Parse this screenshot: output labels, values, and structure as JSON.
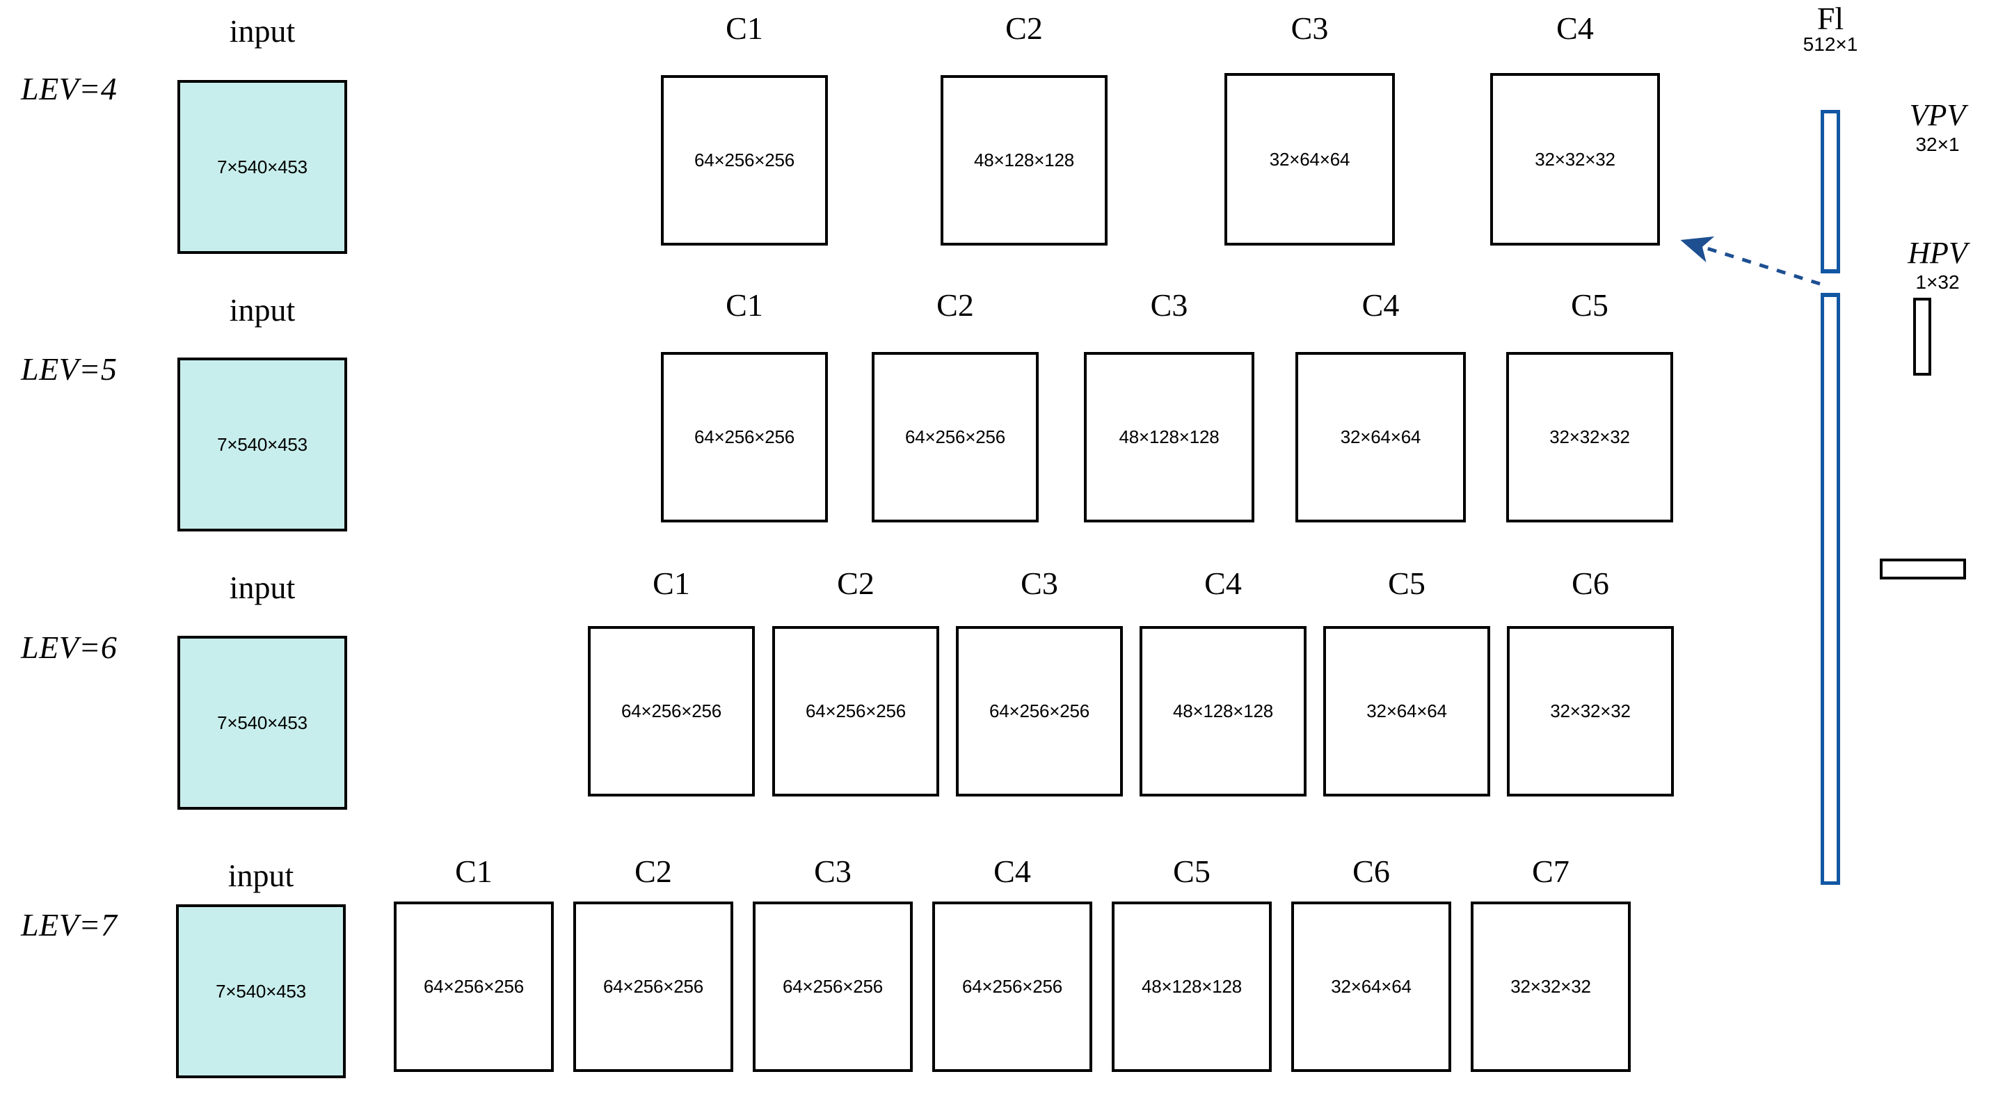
{
  "figure": {
    "type": "diagram",
    "title": "CNN architecture variants by LEV depth",
    "colors": {
      "input_fill": "#c7eeec",
      "block_stroke": "#000000",
      "fi_stroke": "#1257a3",
      "arrow": "#1d4f91"
    }
  },
  "input_caption": "input",
  "rows": [
    {
      "lev_label": "LEV=4",
      "input": {
        "caption": "input",
        "dims": "7×540×453"
      },
      "blocks": [
        {
          "caption": "C1",
          "dims": "64×256×256"
        },
        {
          "caption": "C2",
          "dims": "48×128×128"
        },
        {
          "caption": "C3",
          "dims": "32×64×64"
        },
        {
          "caption": "C4",
          "dims": "32×32×32"
        }
      ]
    },
    {
      "lev_label": "LEV=5",
      "input": {
        "caption": "input",
        "dims": "7×540×453"
      },
      "blocks": [
        {
          "caption": "C1",
          "dims": "64×256×256"
        },
        {
          "caption": "C2",
          "dims": "64×256×256"
        },
        {
          "caption": "C3",
          "dims": "48×128×128"
        },
        {
          "caption": "C4",
          "dims": "32×64×64"
        },
        {
          "caption": "C5",
          "dims": "32×32×32"
        }
      ]
    },
    {
      "lev_label": "LEV=6",
      "input": {
        "caption": "input",
        "dims": "7×540×453"
      },
      "blocks": [
        {
          "caption": "C1",
          "dims": "64×256×256"
        },
        {
          "caption": "C2",
          "dims": "64×256×256"
        },
        {
          "caption": "C3",
          "dims": "64×256×256"
        },
        {
          "caption": "C4",
          "dims": "48×128×128"
        },
        {
          "caption": "C5",
          "dims": "32×64×64"
        },
        {
          "caption": "C6",
          "dims": "32×32×32"
        }
      ]
    },
    {
      "lev_label": "LEV=7",
      "input": {
        "caption": "input",
        "dims": "7×540×453"
      },
      "blocks": [
        {
          "caption": "C1",
          "dims": "64×256×256"
        },
        {
          "caption": "C2",
          "dims": "64×256×256"
        },
        {
          "caption": "C3",
          "dims": "64×256×256"
        },
        {
          "caption": "C4",
          "dims": "64×256×256"
        },
        {
          "caption": "C5",
          "dims": "48×128×128"
        },
        {
          "caption": "C6",
          "dims": "32×64×64"
        },
        {
          "caption": "C7",
          "dims": "32×32×32"
        }
      ]
    }
  ],
  "right_panel": {
    "fi": {
      "label": "Fl",
      "dims": "512×1"
    },
    "vpv": {
      "label": "VPV",
      "dims": "32×1"
    },
    "hpv": {
      "label": "HPV",
      "dims": "1×32"
    }
  }
}
